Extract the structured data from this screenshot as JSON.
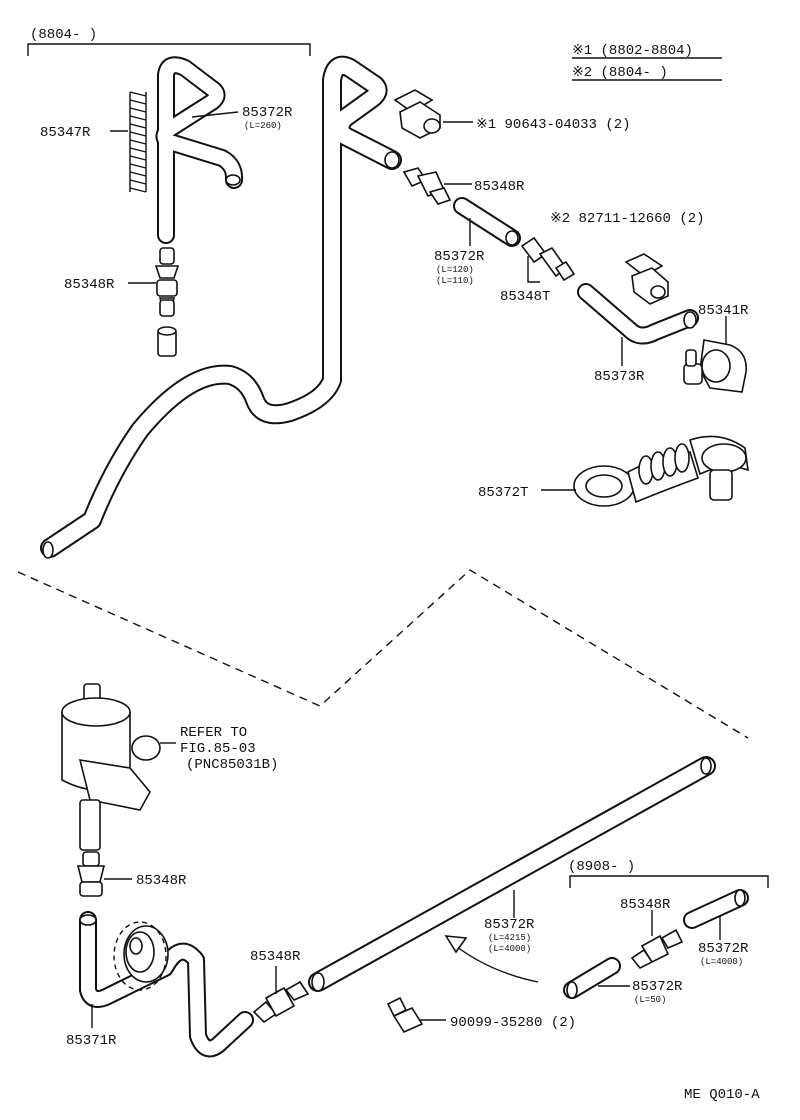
{
  "ranges": {
    "top_left": "(8804-        )",
    "note1": "※1 (8802-8804)",
    "note2": "※2 (8804-       )",
    "bottom_right": "(8908-        )"
  },
  "labels": {
    "p85347R": "85347R",
    "p85372R_a": "85372R",
    "p85372R_a_len": "(L=260)",
    "p85348R_a": "85348R",
    "p85348R_b": "85348R",
    "p90643": "※1  90643-04033 (2)",
    "p82711": "※2  82711-12660 (2)",
    "p85372R_b": "85372R",
    "p85372R_b_len1": "(L=120)",
    "p85372R_b_len2": "(L=110)",
    "p85348T": "85348T",
    "p85341R": "85341R",
    "p85373R": "85373R",
    "p85372T": "85372T",
    "refer1": "REFER TO",
    "refer2": "FIG.85-03",
    "refer3": "(PNC85031B)",
    "p85348R_c": "85348R",
    "p85371R": "85371R",
    "p85348R_d": "85348R",
    "p85372R_c": "85372R",
    "p85372R_c_len1": "(L=4215)",
    "p85372R_c_len2": "(L=4000)",
    "p85348R_e": "85348R",
    "p85372R_d": "85372R",
    "p85372R_d_len": "(L=4000)",
    "p85372R_e": "85372R",
    "p85372R_e_len": "(L=50)",
    "p90099": "90099-35280 (2)",
    "figure_code": "ME Q010-A"
  }
}
